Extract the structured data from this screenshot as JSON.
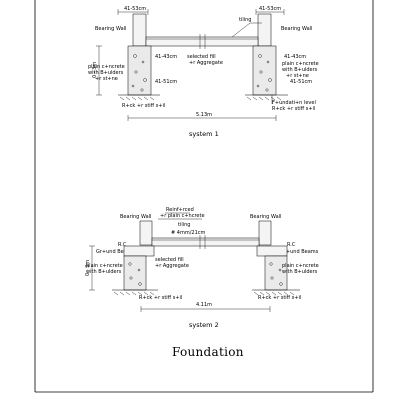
{
  "system1": {
    "wall_width_left": "41-53cm",
    "wall_width_right": "41-53cm",
    "bearing_wall_left": "Bearing Wall",
    "bearing_wall_right": "Bearing Wall",
    "tiling": "tiling",
    "selected_fill_1": "selected fill",
    "selected_fill_2": "+r Aggregate",
    "height_dim": "0 - 3m",
    "dim_41_43": "41-43cm",
    "plain_concrete_left_1": "plain c+ncrete",
    "plain_concrete_left_2": "with B+ulders",
    "plain_concrete_left_3": "+r st+ne",
    "dim_41_51": "41-51cm",
    "plain_concrete_right_0": "41-43cm",
    "plain_concrete_right_1": "plain c+ncrete",
    "plain_concrete_right_2": "with B+ulders",
    "plain_concrete_right_3": "+r st+ne",
    "plain_concrete_right_4": "41-51cm",
    "rock_left": "R+ck +r stiff s+il",
    "foundation_level": "F+undati+n level",
    "rock_right": "R+ck +r stiff s+il",
    "span": "5.13m",
    "caption": "system 1"
  },
  "system2": {
    "reinforced_1": "Reinf+rced",
    "reinforced_2": "+r plain c+ncrete",
    "bearing_wall_left": "Bearing Wall",
    "bearing_wall_right": "Bearing Wall",
    "tiling": "tiling",
    "bar_spec": "# 4mm/21cm",
    "rc_left_1": "R.C",
    "rc_left_2": "Gr+und Beams",
    "rc_right_1": "R.C",
    "rc_right_2": "Gr+und Beams",
    "height_dim": "0 - 3m",
    "plain_concrete_left_1": "plain c+ncrete",
    "plain_concrete_left_2": "with B+ulders",
    "selected_fill_1": "selected fill",
    "selected_fill_2": "+r Aggregate",
    "plain_concrete_right_1": "plain c+ncrete",
    "plain_concrete_right_2": "with B+ulders",
    "rock_left": "R+ck +r stiff s+il",
    "rock_right": "R+ck +r stiff s+il",
    "span": "4.11m",
    "caption": "system 2"
  },
  "title": "Foundation"
}
